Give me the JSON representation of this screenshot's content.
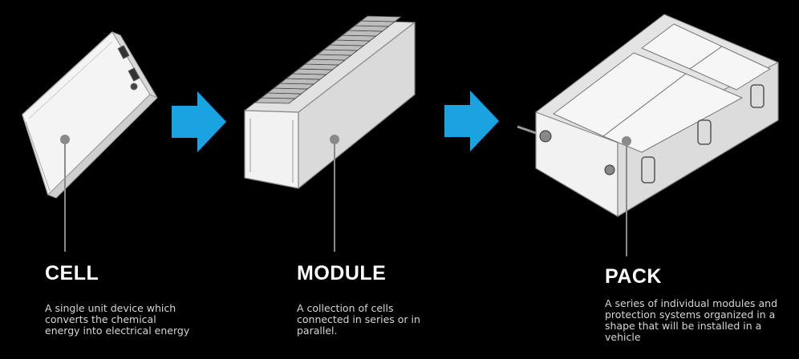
{
  "colors": {
    "background": "#000000",
    "arrow": "#1aa3e0",
    "line_art": "#eeeeee",
    "connector": "#8a8a8a",
    "heading": "#ffffff",
    "body_text": "#d6d6d6"
  },
  "stages": [
    {
      "title": "CELL",
      "description_lines": [
        "A single unit device which",
        "converts the chemical",
        "energy into electrical energy"
      ]
    },
    {
      "title": "MODULE",
      "description_lines": [
        "A collection of cells",
        "connected in series or in",
        "parallel."
      ]
    },
    {
      "title": "PACK",
      "description_lines": [
        "A series of individual modules and",
        "protection systems organized in a",
        "shape that will be installed in a",
        "vehicle"
      ]
    }
  ],
  "arrows": [
    {
      "icon": "arrow-right-icon"
    },
    {
      "icon": "arrow-right-icon"
    }
  ]
}
